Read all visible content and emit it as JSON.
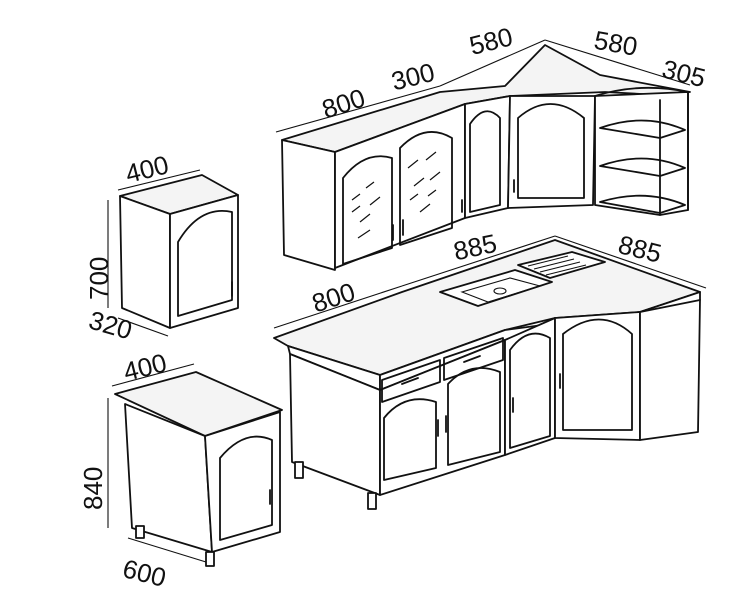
{
  "dimensions": {
    "upper_w1": "800",
    "upper_w2": "300",
    "upper_w3": "580",
    "upper_d1": "580",
    "upper_d2": "305",
    "counter_w1": "800",
    "counter_w2": "885",
    "counter_w3": "885",
    "wall_unit_w": "400",
    "wall_unit_h": "700",
    "wall_unit_d": "320",
    "base_unit_w": "400",
    "base_unit_h": "840",
    "base_unit_d": "600"
  }
}
